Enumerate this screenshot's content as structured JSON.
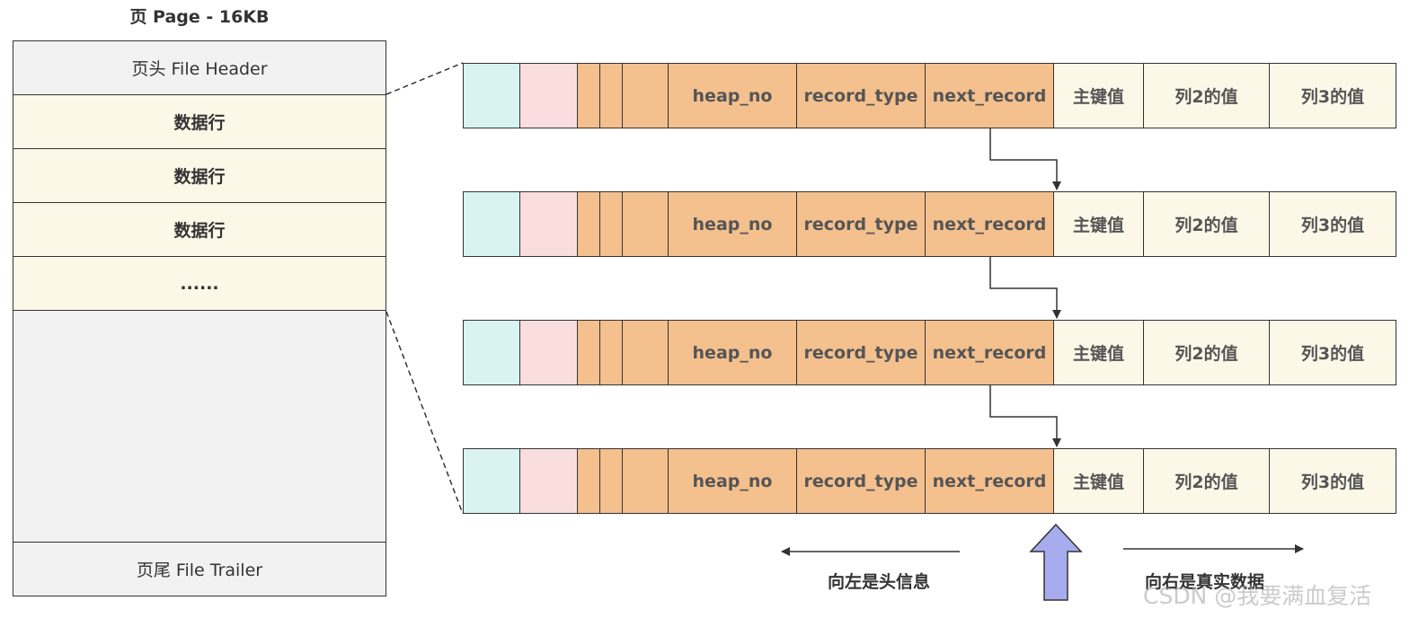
{
  "page": {
    "title": "页 Page - 16KB",
    "header_label": "页头 File Header",
    "rows": [
      "数据行",
      "数据行",
      "数据行",
      "......"
    ],
    "trailer_label": "页尾 File Trailer"
  },
  "record": {
    "fields": [
      "heap_no",
      "record_type",
      "next_record"
    ],
    "values": [
      "主键值",
      "列2的值",
      "列3的值"
    ]
  },
  "captions": {
    "left": "向左是头信息",
    "right": "向右是真实数据"
  },
  "watermark": "CSDN @我要满血复活",
  "colors": {
    "cyan": "#d9f3f3",
    "pink": "#fadede",
    "orange": "#f4c08e",
    "cream": "#fcf8e8",
    "gray": "#f2f2f2",
    "up_arrow": "#a7acef"
  }
}
